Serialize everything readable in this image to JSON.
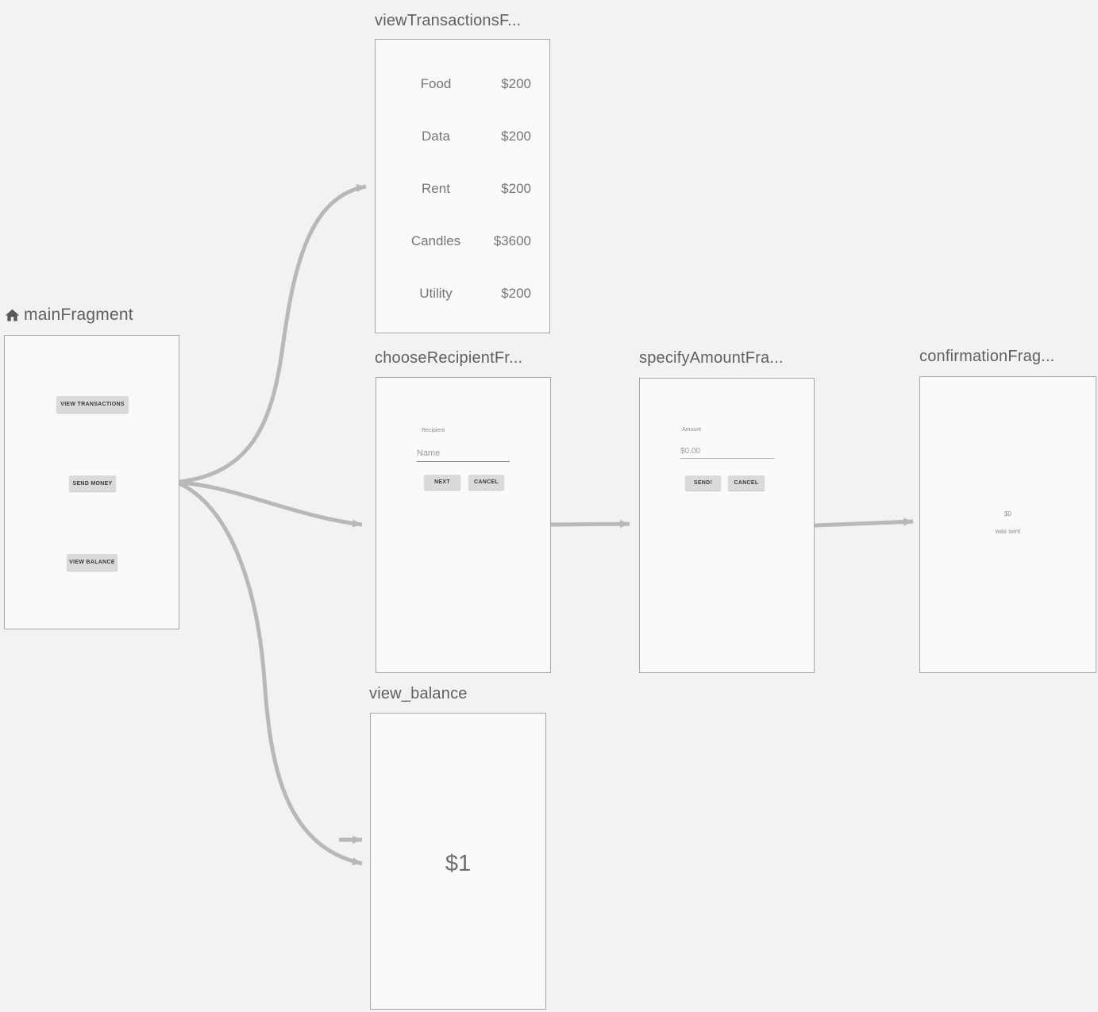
{
  "theme": {
    "bg": "#f2f2f2",
    "card_bg": "#fafafa",
    "card_border": "#a6a6a6",
    "title_color": "#5e6063",
    "text_color": "#757575",
    "arrow": "#b8b8b8",
    "button_bg": "#dadada",
    "button_text": "#3a3a3a"
  },
  "fragments": {
    "main": {
      "title": "mainFragment",
      "home_icon": "home-icon",
      "buttons": [
        {
          "label": "VIEW TRANSACTIONS"
        },
        {
          "label": "SEND MONEY"
        },
        {
          "label": "VIEW BALANCE"
        }
      ]
    },
    "view_transactions": {
      "title": "viewTransactionsF...",
      "rows": [
        {
          "label": "Food",
          "amount": "$200"
        },
        {
          "label": "Data",
          "amount": "$200"
        },
        {
          "label": "Rent",
          "amount": "$200"
        },
        {
          "label": "Candles",
          "amount": "$3600"
        },
        {
          "label": "Utility",
          "amount": "$200"
        }
      ]
    },
    "choose_recipient": {
      "title": "chooseRecipientFr...",
      "field_label": "Recipient",
      "field_placeholder": "Name",
      "next_label": "NEXT",
      "cancel_label": "CANCEL"
    },
    "specify_amount": {
      "title": "specifyAmountFra...",
      "field_label": "Amount",
      "field_placeholder": "$0.00",
      "send_label": "SEND!",
      "cancel_label": "CANCEL"
    },
    "confirmation": {
      "title": "confirmationFrag...",
      "amount": "$0",
      "message": "was sent"
    },
    "view_balance": {
      "title": "view_balance",
      "balance": "$1"
    }
  }
}
